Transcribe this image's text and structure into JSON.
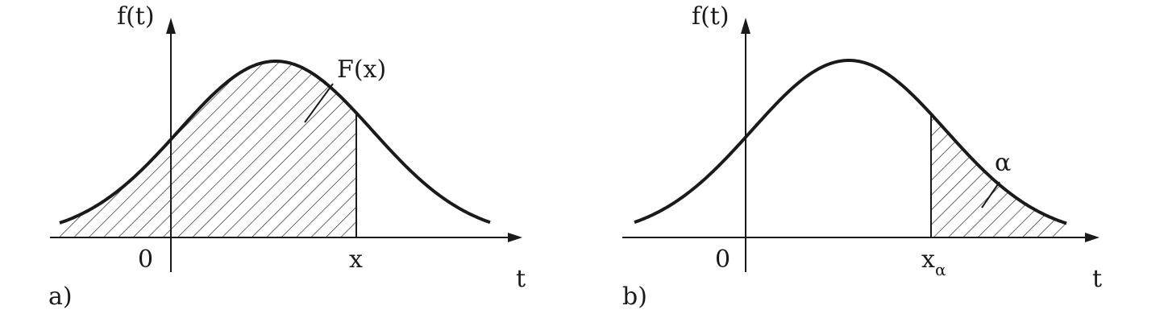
{
  "colors": {
    "ink": "#1a1a1a",
    "background": "#ffffff"
  },
  "panel_a": {
    "panel_label": "a)",
    "y_axis_label": "f(t)",
    "x_axis_label": "t",
    "origin_label": "0",
    "bound_label": "x",
    "area_label": "F(x)"
  },
  "panel_b": {
    "panel_label": "b)",
    "y_axis_label": "f(t)",
    "x_axis_label": "t",
    "origin_label": "0",
    "bound_label_main": "x",
    "bound_label_sub": "α",
    "area_label": "α"
  }
}
